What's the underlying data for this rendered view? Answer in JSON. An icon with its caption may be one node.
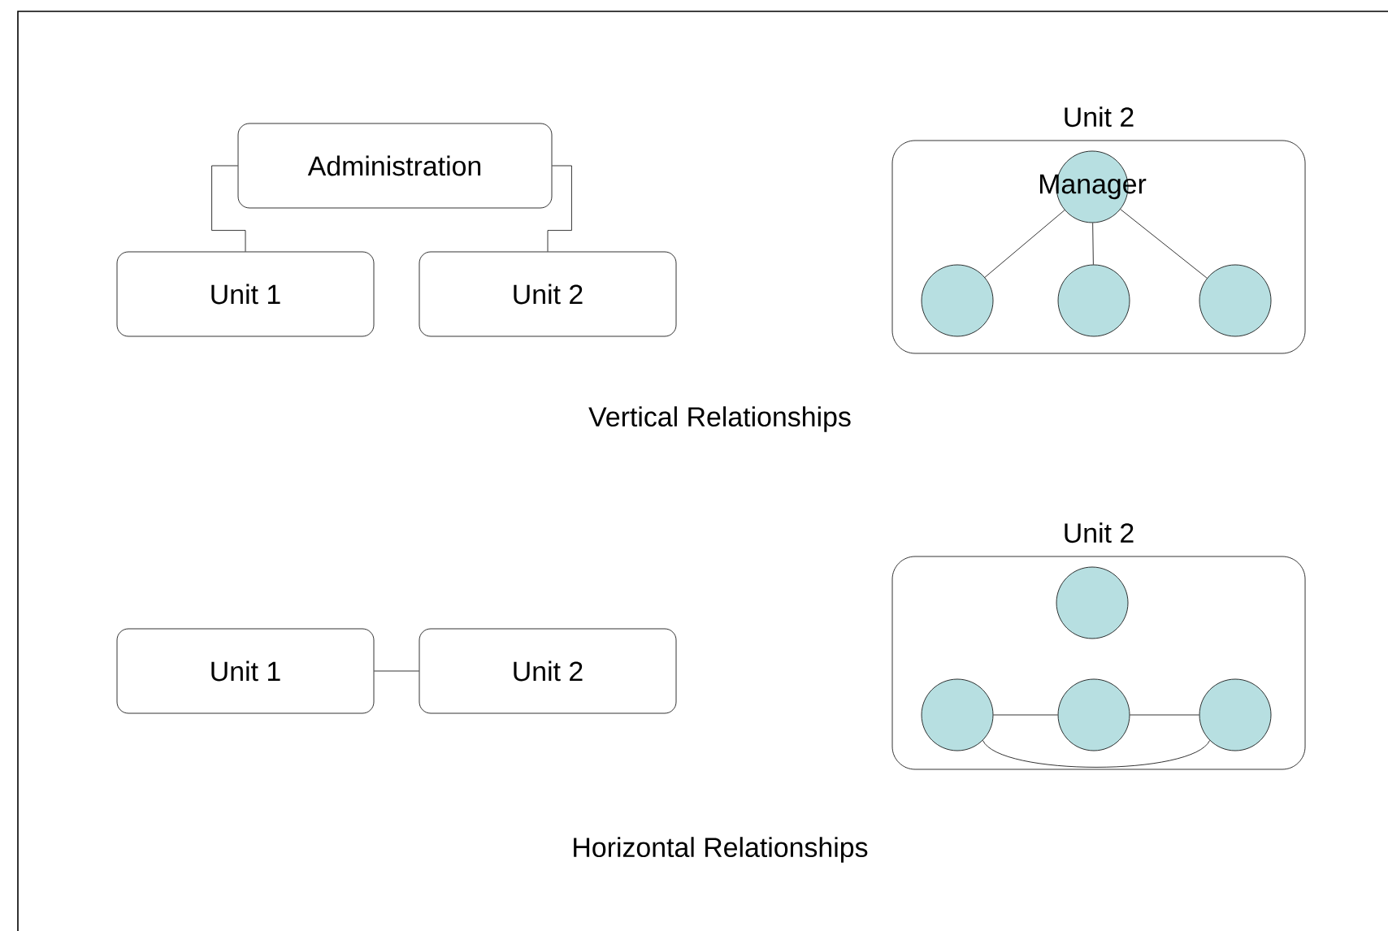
{
  "diagram": {
    "nodes": [
      {
        "text": [
          "Administration"
        ]
      },
      {
        "text": [
          "Unit 1"
        ]
      },
      {
        "text": [
          "Unit 2"
        ]
      },
      {
        "text": [
          "Unit 2"
        ]
      },
      {
        "text": [
          "Manager"
        ],
        "in": 3
      },
      {
        "text": [],
        "shape": "circle",
        "in": 3
      },
      {
        "text": [],
        "shape": "circle",
        "in": 3
      },
      {
        "text": [],
        "shape": "circle",
        "in": 3
      },
      {
        "text": [
          "Unit 1"
        ]
      },
      {
        "text": [
          "Unit 2"
        ]
      },
      {
        "text": [
          "Unit 2"
        ]
      },
      {
        "text": [],
        "shape": "circle",
        "in": 10
      },
      {
        "text": [],
        "shape": "circle",
        "in": 10
      },
      {
        "text": [],
        "shape": "circle",
        "in": 10
      },
      {
        "text": [],
        "shape": "circle",
        "in": 10
      }
    ],
    "edges": [
      {
        "from": 0,
        "to": 1,
        "arrow": "none"
      },
      {
        "from": 0,
        "to": 2,
        "arrow": "none"
      },
      {
        "from": 4,
        "to": 5,
        "arrow": "none"
      },
      {
        "from": 4,
        "to": 6,
        "arrow": "none"
      },
      {
        "from": 4,
        "to": 7,
        "arrow": "none"
      },
      {
        "from": 8,
        "to": 9,
        "arrow": "none"
      },
      {
        "from": 12,
        "to": 13,
        "arrow": "none"
      },
      {
        "from": 13,
        "to": 14,
        "arrow": "none"
      },
      {
        "from": 12,
        "to": 14,
        "arrow": "none"
      }
    ],
    "labels": [
      "Vertical Relationships",
      "Horizontal Relationships"
    ]
  }
}
